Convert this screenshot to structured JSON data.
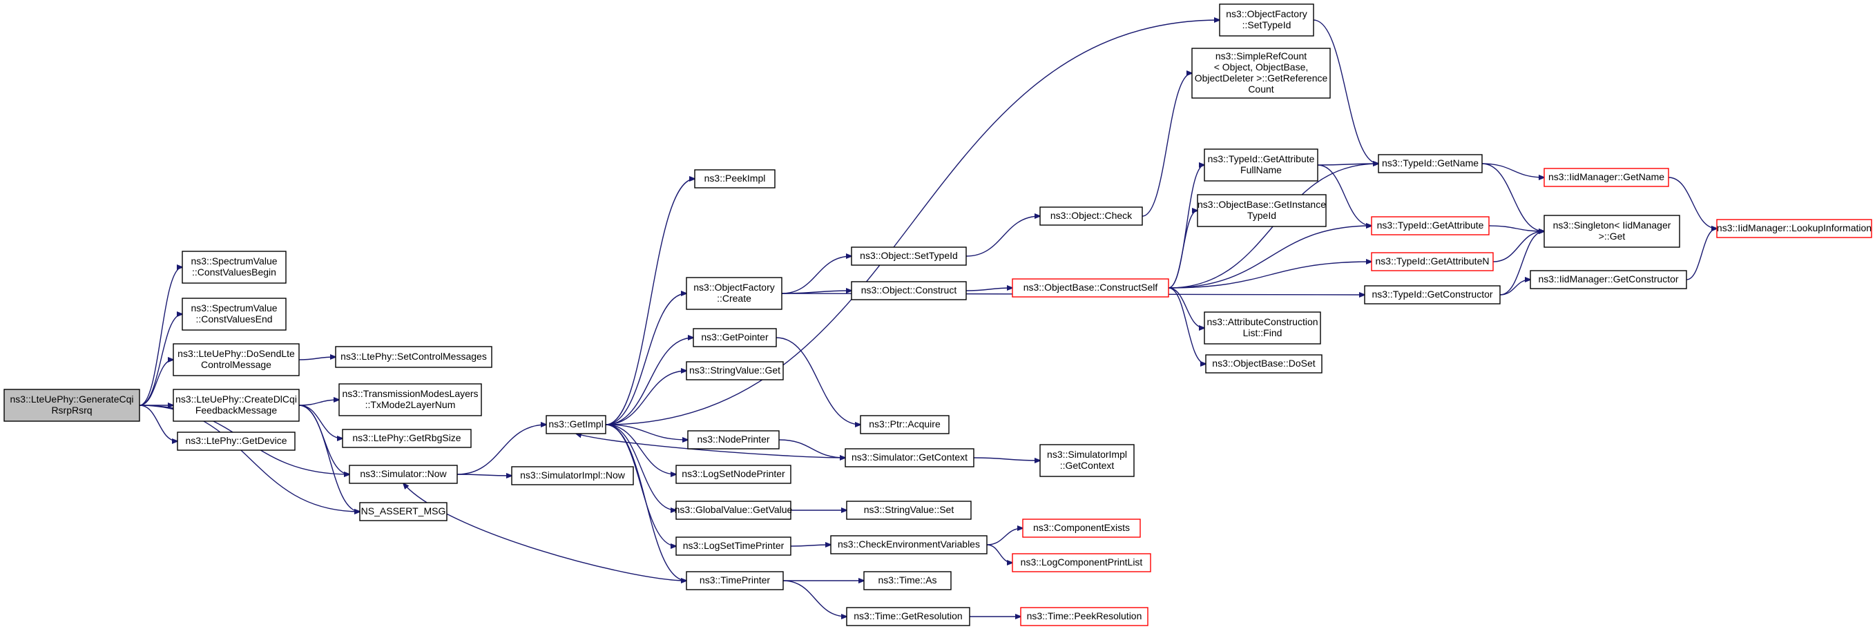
{
  "nodes": [
    {
      "id": "root",
      "lines": [
        "ns3::LteUePhy::GenerateCqi",
        "RsrpRsrq"
      ],
      "red": false,
      "root": true
    },
    {
      "id": "svBegin",
      "lines": [
        "ns3::SpectrumValue",
        "::ConstValuesBegin"
      ],
      "red": false
    },
    {
      "id": "svEnd",
      "lines": [
        "ns3::SpectrumValue",
        "::ConstValuesEnd"
      ],
      "red": false
    },
    {
      "id": "doSend",
      "lines": [
        "ns3::LteUePhy::DoSendLte",
        "ControlMessage"
      ],
      "red": false
    },
    {
      "id": "createDl",
      "lines": [
        "ns3::LteUePhy::CreateDlCqi",
        "FeedbackMessage"
      ],
      "red": false
    },
    {
      "id": "getDevice",
      "lines": [
        "ns3::LtePhy::GetDevice"
      ],
      "red": false
    },
    {
      "id": "setCtrl",
      "lines": [
        "ns3::LtePhy::SetControlMessages"
      ],
      "red": false
    },
    {
      "id": "txMode",
      "lines": [
        "ns3::TransmissionModesLayers",
        "::TxMode2LayerNum"
      ],
      "red": false
    },
    {
      "id": "rbg",
      "lines": [
        "ns3::LtePhy::GetRbgSize"
      ],
      "red": false
    },
    {
      "id": "simNow",
      "lines": [
        "ns3::Simulator::Now"
      ],
      "red": false
    },
    {
      "id": "assert",
      "lines": [
        "NS_ASSERT_MSG"
      ],
      "red": false
    },
    {
      "id": "getImpl",
      "lines": [
        "ns3::GetImpl"
      ],
      "red": false
    },
    {
      "id": "simImplNow",
      "lines": [
        "ns3::SimulatorImpl::Now"
      ],
      "red": false
    },
    {
      "id": "peekImpl",
      "lines": [
        "ns3::PeekImpl"
      ],
      "red": false
    },
    {
      "id": "ofCreate",
      "lines": [
        "ns3::ObjectFactory",
        "::Create"
      ],
      "red": false
    },
    {
      "id": "getPointer",
      "lines": [
        "ns3::GetPointer"
      ],
      "red": false
    },
    {
      "id": "strGet",
      "lines": [
        "ns3::StringValue::Get"
      ],
      "red": false
    },
    {
      "id": "nodePrinter",
      "lines": [
        "ns3::NodePrinter"
      ],
      "red": false
    },
    {
      "id": "logSetNode",
      "lines": [
        "ns3::LogSetNodePrinter"
      ],
      "red": false
    },
    {
      "id": "gvGet",
      "lines": [
        "ns3::GlobalValue::GetValue"
      ],
      "red": false
    },
    {
      "id": "logSetTime",
      "lines": [
        "ns3::LogSetTimePrinter"
      ],
      "red": false
    },
    {
      "id": "timePrinter",
      "lines": [
        "ns3::TimePrinter"
      ],
      "red": false
    },
    {
      "id": "objSetTypeId",
      "lines": [
        "ns3::Object::SetTypeId"
      ],
      "red": false
    },
    {
      "id": "objConstruct",
      "lines": [
        "ns3::Object::Construct"
      ],
      "red": false
    },
    {
      "id": "ptrAcquire",
      "lines": [
        "ns3::Ptr::Acquire"
      ],
      "red": false
    },
    {
      "id": "getContext",
      "lines": [
        "ns3::Simulator::GetContext"
      ],
      "red": false
    },
    {
      "id": "strSet",
      "lines": [
        "ns3::StringValue::Set"
      ],
      "red": false
    },
    {
      "id": "checkEnv",
      "lines": [
        "ns3::CheckEnvironmentVariables"
      ],
      "red": false
    },
    {
      "id": "timeAs",
      "lines": [
        "ns3::Time::As"
      ],
      "red": false
    },
    {
      "id": "timeGetRes",
      "lines": [
        "ns3::Time::GetResolution"
      ],
      "red": false
    },
    {
      "id": "objCheck",
      "lines": [
        "ns3::Object::Check"
      ],
      "red": false
    },
    {
      "id": "constructSelf",
      "lines": [
        "ns3::ObjectBase::ConstructSelf"
      ],
      "red": true
    },
    {
      "id": "simImplGetCtx",
      "lines": [
        "ns3::SimulatorImpl",
        "::GetContext"
      ],
      "red": false
    },
    {
      "id": "compExists",
      "lines": [
        "ns3::ComponentExists"
      ],
      "red": true
    },
    {
      "id": "logCompPrint",
      "lines": [
        "ns3::LogComponentPrintList"
      ],
      "red": true
    },
    {
      "id": "peekRes",
      "lines": [
        "ns3::Time::PeekResolution"
      ],
      "red": true
    },
    {
      "id": "ofSetTypeId",
      "lines": [
        "ns3::ObjectFactory",
        "::SetTypeId"
      ],
      "red": false
    },
    {
      "id": "simpleRef",
      "lines": [
        "ns3::SimpleRefCount",
        "< Object, ObjectBase,",
        "ObjectDeleter >::GetReference",
        "Count"
      ],
      "red": false
    },
    {
      "id": "getAttrFull",
      "lines": [
        "ns3::TypeId::GetAttribute",
        "FullName"
      ],
      "red": false
    },
    {
      "id": "getInstTid",
      "lines": [
        "ns3::ObjectBase::GetInstance",
        "TypeId"
      ],
      "red": false
    },
    {
      "id": "attrFind",
      "lines": [
        "ns3::AttributeConstruction",
        "List::Find"
      ],
      "red": false
    },
    {
      "id": "doSet",
      "lines": [
        "ns3::ObjectBase::DoSet"
      ],
      "red": false
    },
    {
      "id": "tidGetName",
      "lines": [
        "ns3::TypeId::GetName"
      ],
      "red": false
    },
    {
      "id": "tidGetAttr",
      "lines": [
        "ns3::TypeId::GetAttribute"
      ],
      "red": true
    },
    {
      "id": "tidGetAttrN",
      "lines": [
        "ns3::TypeId::GetAttributeN"
      ],
      "red": true
    },
    {
      "id": "tidGetCtor",
      "lines": [
        "ns3::TypeId::GetConstructor"
      ],
      "red": false
    },
    {
      "id": "iidGetName",
      "lines": [
        "ns3::IidManager::GetName"
      ],
      "red": true
    },
    {
      "id": "singletonGet",
      "lines": [
        "ns3::Singleton< IidManager",
        ">::Get"
      ],
      "red": false
    },
    {
      "id": "iidGetCtor",
      "lines": [
        "ns3::IidManager::GetConstructor"
      ],
      "red": false
    },
    {
      "id": "iidLookup",
      "lines": [
        "ns3::IidManager::LookupInformation"
      ],
      "red": true
    }
  ],
  "edges": [
    [
      "root",
      "svBegin"
    ],
    [
      "root",
      "svEnd"
    ],
    [
      "root",
      "doSend"
    ],
    [
      "root",
      "createDl"
    ],
    [
      "root",
      "getDevice"
    ],
    [
      "root",
      "simNow"
    ],
    [
      "root",
      "assert"
    ],
    [
      "doSend",
      "setCtrl"
    ],
    [
      "createDl",
      "txMode"
    ],
    [
      "createDl",
      "rbg"
    ],
    [
      "createDl",
      "simNow"
    ],
    [
      "createDl",
      "assert"
    ],
    [
      "simNow",
      "getImpl"
    ],
    [
      "simNow",
      "simImplNow"
    ],
    [
      "getImpl",
      "peekImpl"
    ],
    [
      "getImpl",
      "ofCreate"
    ],
    [
      "getImpl",
      "getPointer"
    ],
    [
      "getImpl",
      "strGet"
    ],
    [
      "getImpl",
      "nodePrinter"
    ],
    [
      "getImpl",
      "logSetNode"
    ],
    [
      "getImpl",
      "gvGet"
    ],
    [
      "getImpl",
      "logSetTime"
    ],
    [
      "getImpl",
      "timePrinter"
    ],
    [
      "getImpl",
      "ofSetTypeId"
    ],
    [
      "ofCreate",
      "objSetTypeId"
    ],
    [
      "ofCreate",
      "objConstruct"
    ],
    [
      "ofCreate",
      "tidGetCtor"
    ],
    [
      "getPointer",
      "ptrAcquire"
    ],
    [
      "nodePrinter",
      "getContext"
    ],
    [
      "getContext",
      "getImpl"
    ],
    [
      "getContext",
      "simImplGetCtx"
    ],
    [
      "gvGet",
      "strSet"
    ],
    [
      "logSetTime",
      "checkEnv"
    ],
    [
      "timePrinter",
      "simNow"
    ],
    [
      "timePrinter",
      "timeAs"
    ],
    [
      "timePrinter",
      "timeGetRes"
    ],
    [
      "objSetTypeId",
      "objCheck"
    ],
    [
      "objConstruct",
      "constructSelf"
    ],
    [
      "objCheck",
      "simpleRef"
    ],
    [
      "constructSelf",
      "getAttrFull"
    ],
    [
      "constructSelf",
      "getInstTid"
    ],
    [
      "constructSelf",
      "attrFind"
    ],
    [
      "constructSelf",
      "doSet"
    ],
    [
      "constructSelf",
      "tidGetName"
    ],
    [
      "constructSelf",
      "tidGetAttr"
    ],
    [
      "constructSelf",
      "tidGetAttrN"
    ],
    [
      "checkEnv",
      "compExists"
    ],
    [
      "checkEnv",
      "logCompPrint"
    ],
    [
      "timeGetRes",
      "peekRes"
    ],
    [
      "ofSetTypeId",
      "tidGetName"
    ],
    [
      "getAttrFull",
      "tidGetName"
    ],
    [
      "getAttrFull",
      "tidGetAttr"
    ],
    [
      "tidGetName",
      "iidGetName"
    ],
    [
      "tidGetName",
      "singletonGet"
    ],
    [
      "tidGetAttr",
      "singletonGet"
    ],
    [
      "tidGetAttrN",
      "singletonGet"
    ],
    [
      "tidGetCtor",
      "singletonGet"
    ],
    [
      "tidGetCtor",
      "iidGetCtor"
    ],
    [
      "iidGetName",
      "iidLookup"
    ],
    [
      "iidGetCtor",
      "iidLookup"
    ]
  ]
}
